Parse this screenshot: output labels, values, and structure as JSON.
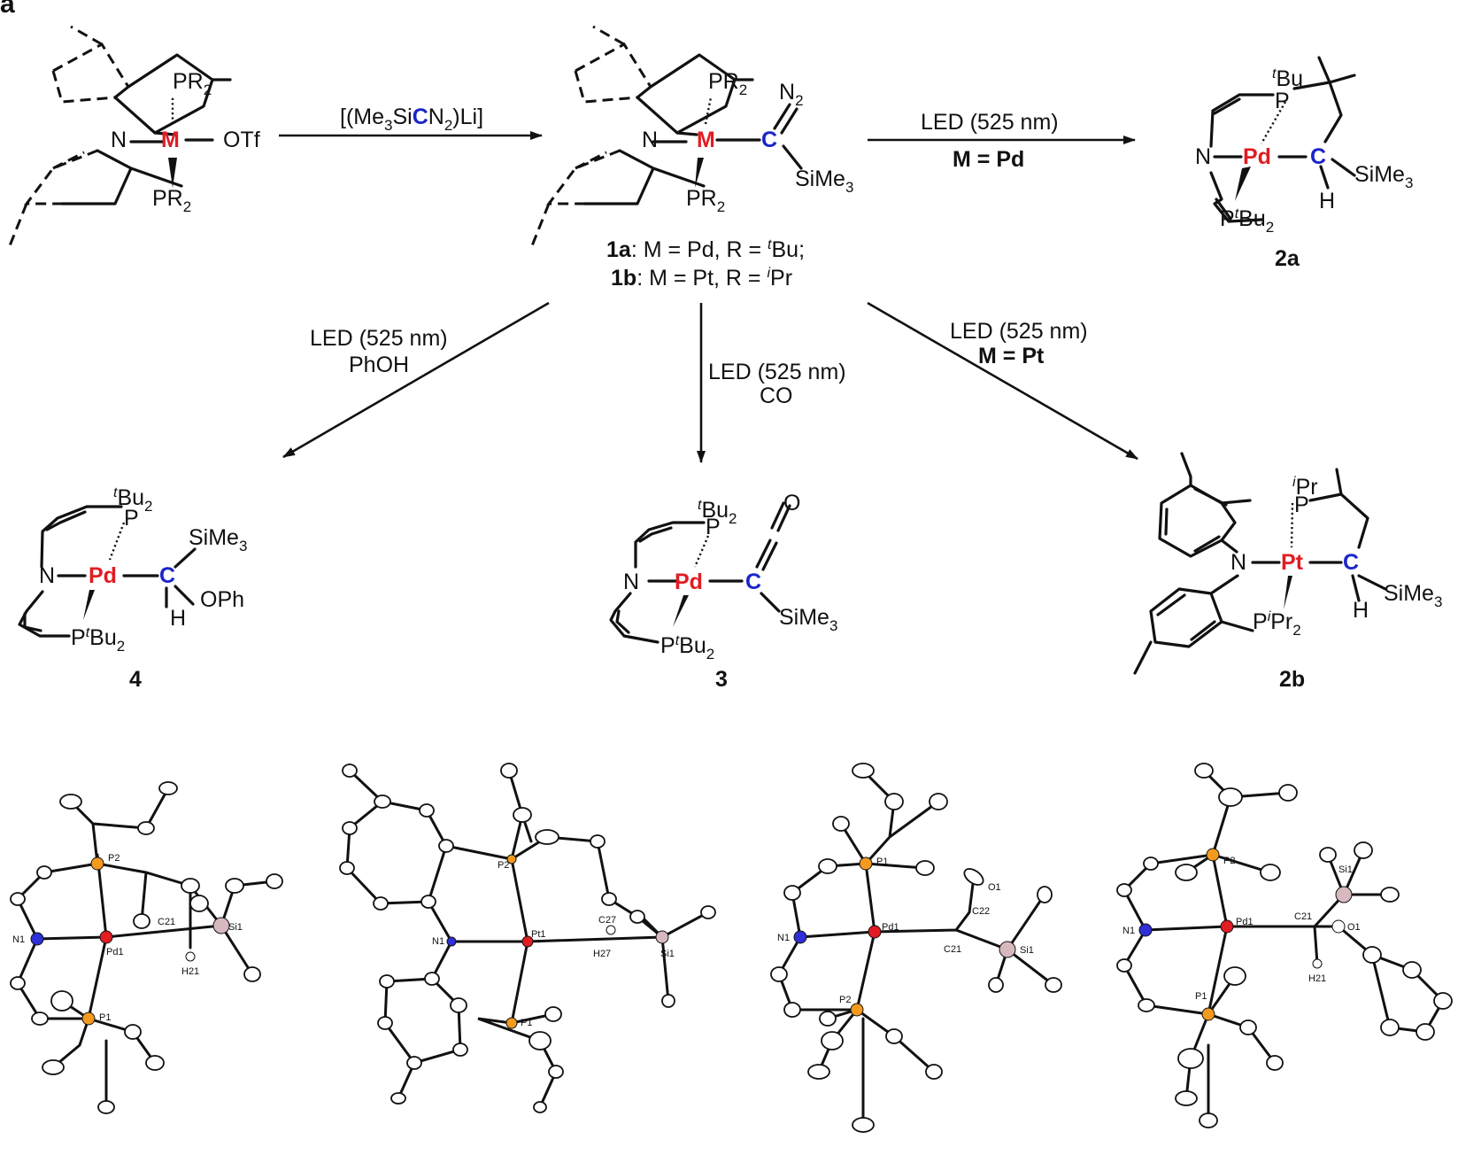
{
  "panel_letter": "a",
  "colors": {
    "metal": "#e11c22",
    "carbon": "#1b25c9",
    "phosphorus": "#f39a1f",
    "nitrogen": "#2e2fd4",
    "silicon": "#d8b8bf",
    "oxygen": "#e11c22"
  },
  "reactions": {
    "r1": {
      "reagent_pre": "[(Me",
      "reagent_sub1": "3",
      "reagent_si": "Si",
      "reagent_c": "C",
      "reagent_n": "N",
      "reagent_sub2": "2",
      "reagent_post": ")Li]"
    },
    "r2": {
      "line1": "LED (525 nm)",
      "line2": "M = Pd"
    },
    "r3": {
      "line1": "LED (525 nm)",
      "line2": "PhOH"
    },
    "r4": {
      "line1": "LED (525 nm)",
      "line2": "CO"
    },
    "r5": {
      "line1": "LED (525 nm)",
      "line2": "M = Pt"
    }
  },
  "compounds": {
    "start": {
      "pr2_top": "PR",
      "sub2": "2",
      "n": "N",
      "m": "M",
      "otf": "OTf",
      "pr2_bot": "PR"
    },
    "c1": {
      "pr2_top": "PR",
      "sub2": "2",
      "n": "N",
      "m": "M",
      "c": "C",
      "n2": "N",
      "n2sub": "2",
      "sime3": "SiMe",
      "sime3sub": "3",
      "pr2_bot": "PR",
      "label_a_num": "1a",
      "label_a_text": ": M = Pd,  R = ",
      "label_a_sup": "t",
      "label_a_end": "Bu;",
      "label_b_num": "1b",
      "label_b_text": ": M = Pt,  R = ",
      "label_b_sup": "i",
      "label_b_end": "Pr"
    },
    "c2a": {
      "tbu_sup": "t",
      "tbu": "Bu",
      "p": "P",
      "n": "N",
      "pd": "Pd",
      "c": "C",
      "h": "H",
      "sime3": "SiMe",
      "sub3": "3",
      "ptbu2": "P",
      "ptbu2_sup": "t",
      "ptbu2_end": "Bu",
      "sub2": "2",
      "num": "2a"
    },
    "c4": {
      "tbu2_sup": "t",
      "tbu2": "Bu",
      "sub2": "2",
      "p": "P",
      "n": "N",
      "pd": "Pd",
      "c": "C",
      "sime3": "SiMe",
      "sub3": "3",
      "h": "H",
      "oph": "OPh",
      "ptbu2": "P",
      "ptbu2_sup": "t",
      "ptbu2_end": "Bu",
      "num": "4"
    },
    "c3": {
      "tbu2_sup": "t",
      "tbu2": "Bu",
      "sub2": "2",
      "p": "P",
      "n": "N",
      "pd": "Pd",
      "c": "C",
      "o": "O",
      "sime3": "SiMe",
      "sub3": "3",
      "ptbu2": "P",
      "ptbu2_sup": "t",
      "ptbu2_end": "Bu",
      "num": "3"
    },
    "c2b": {
      "ipr_sup": "i",
      "ipr": "Pr",
      "p": "P",
      "n": "N",
      "pt": "Pt",
      "c": "C",
      "h": "H",
      "sime3": "SiMe",
      "sub3": "3",
      "pipr2": "P",
      "pipr2_sup": "i",
      "pipr2_end": "Pr",
      "sub2": "2",
      "num": "2b"
    }
  },
  "ortep_labels": {
    "s1": {
      "p2": "P2",
      "n1": "N1",
      "pd1": "Pd1",
      "c21": "C21",
      "si1": "Si1",
      "h21": "H21",
      "p1": "P1"
    },
    "s2": {
      "p2": "P2",
      "n1": "N1",
      "pt1": "Pt1",
      "c27": "C27",
      "si1": "Si1",
      "h27": "H27",
      "p1": "P1"
    },
    "s3": {
      "p1": "P1",
      "o1": "O1",
      "c22": "C22",
      "n1": "N1",
      "pd1": "Pd1",
      "c21": "C21",
      "si1": "Si1",
      "p2": "P2"
    },
    "s4": {
      "p2": "P2",
      "si1": "Si1",
      "n1": "N1",
      "pd1": "Pd1",
      "c21": "C21",
      "o1": "O1",
      "h21": "H21",
      "p1": "P1"
    }
  }
}
